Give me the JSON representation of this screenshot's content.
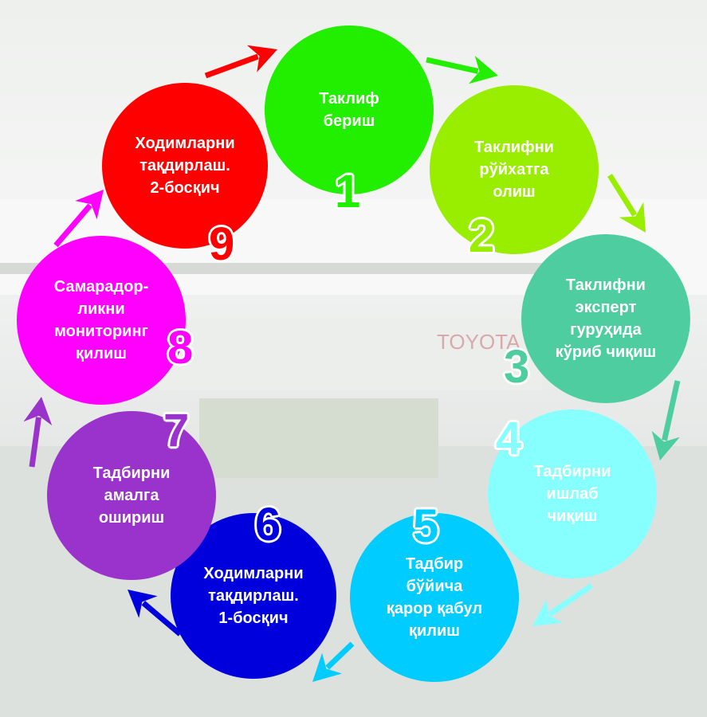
{
  "background": {
    "sign_text": "TOYOTA"
  },
  "steps": [
    {
      "number": "1",
      "label": "Таклиф\nбериш",
      "color": "#22ee00"
    },
    {
      "number": "2",
      "label": "Таклифни\nрўйхатга\nолиш",
      "color": "#99ee00"
    },
    {
      "number": "3",
      "label": "Таклифни\nэксперт\nгуруҳида\nкўриб чиқиш",
      "color": "#4ecda0"
    },
    {
      "number": "4",
      "label": "Тадбирни\nишлаб\nчиқиш",
      "color": "#88ffff"
    },
    {
      "number": "5",
      "label": "Тадбир\nбўйича\nқарор қабул\nқилиш",
      "color": "#00ccff"
    },
    {
      "number": "6",
      "label": "Ходимларни\nтақдирлаш.\n1-босқич",
      "color": "#0000dd"
    },
    {
      "number": "7",
      "label": "Тадбирни\nамалга\nошириш",
      "color": "#9933cc"
    },
    {
      "number": "8",
      "label": "Самарадор-\nликни\nмониторинг\nқилиш",
      "color": "#ff00ff"
    },
    {
      "number": "9",
      "label": "Ходимларни\nтақдирлаш.\n2-босқич",
      "color": "#ff0000"
    }
  ]
}
